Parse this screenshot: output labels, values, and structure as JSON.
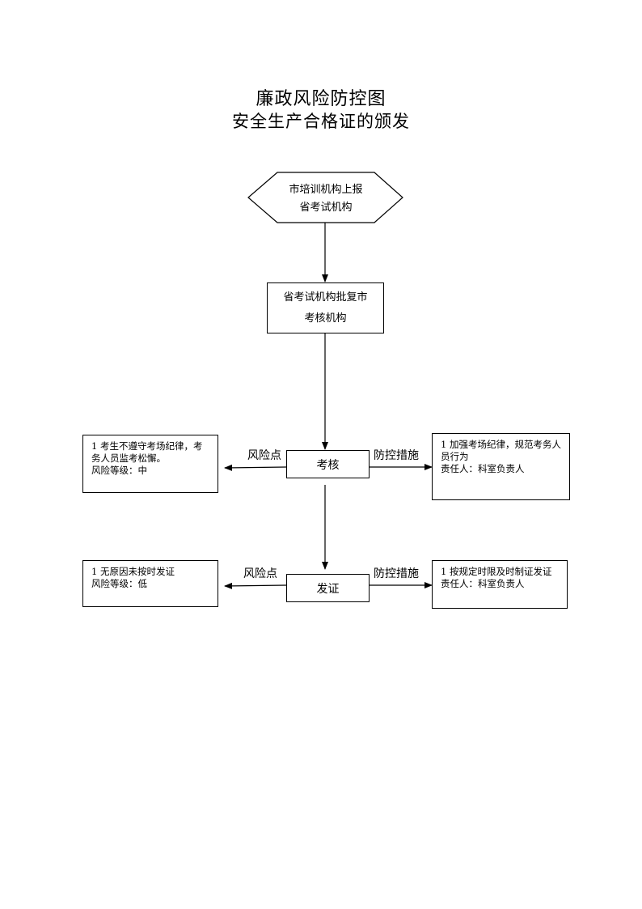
{
  "title": "廉政风险防控图",
  "subtitle": "安全生产合格证的颁发",
  "flow": {
    "start": {
      "lines": [
        "市培训机构上报",
        "省考试机构"
      ]
    },
    "step2": {
      "lines": [
        "省考试机构批复市",
        "考核机构"
      ]
    },
    "step3": {
      "label": "考核"
    },
    "step4": {
      "label": "发证"
    }
  },
  "risk_label": "风险点",
  "control_label": "防控措施",
  "step3_risk": {
    "lines": [
      "1 考生不遵守考场纪律，考",
      "务人员监考松懈。",
      "风险等级：中"
    ]
  },
  "step3_control": {
    "lines": [
      "1 加强考场纪律，规范考务人",
      "员行为",
      "责任人：科室负责人"
    ]
  },
  "step4_risk": {
    "lines": [
      "1 无原因未按时发证",
      "风险等级：低"
    ]
  },
  "step4_control": {
    "lines": [
      "1 按规定时限及时制证发证",
      "责任人：科室负责人"
    ]
  }
}
